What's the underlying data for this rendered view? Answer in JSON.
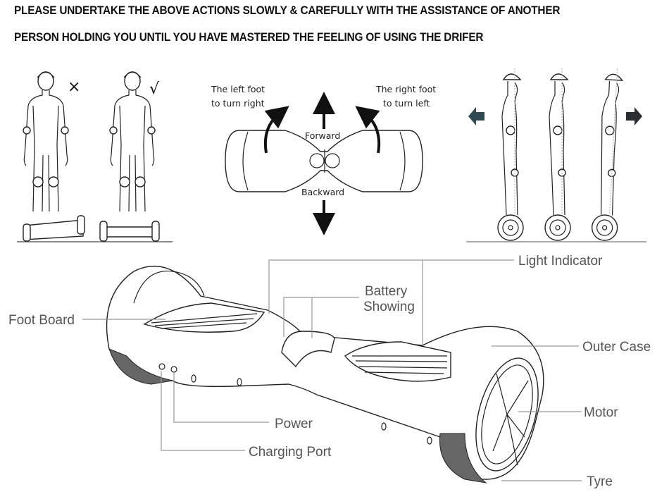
{
  "instructions": {
    "line1": "PLEASE UNDERTAKE THE ABOVE ACTIONS SLOWLY & CAREFULLY WITH THE ASSISTANCE OF ANOTHER",
    "line2": "PERSON HOLDING YOU UNTIL YOU HAVE MASTERED THE FEELING OF USING THE DRIFER"
  },
  "posture_panel": {
    "wrong_mark": "×",
    "right_mark": "√"
  },
  "steering_panel": {
    "left_foot_line1": "The left foot",
    "left_foot_line2": "to turn right",
    "right_foot_line1": "The right foot",
    "right_foot_line2": "to turn left",
    "forward": "Forward",
    "backward": "Backward"
  },
  "lean_panel": {
    "arrow_color": "#2f4a52"
  },
  "parts_diagram": {
    "labels": {
      "foot_board": "Foot Board",
      "light_indicator": "Light Indicator",
      "battery_line1": "Battery",
      "battery_line2": "Showing",
      "outer_case": "Outer Case",
      "motor": "Motor",
      "tyre": "Tyre",
      "power": "Power",
      "charging_port": "Charging Port"
    }
  }
}
